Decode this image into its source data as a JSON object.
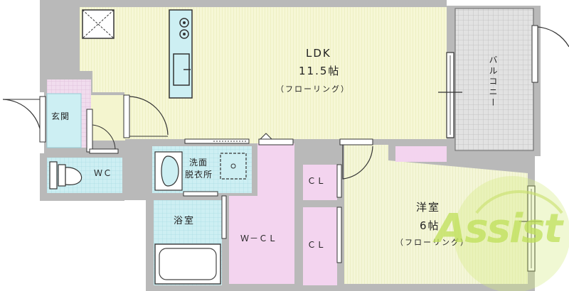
{
  "rooms": {
    "ldk": {
      "name": "LDK",
      "size": "11.5帖",
      "floor": "（フローリング）"
    },
    "balcony": {
      "name": "バルコニー"
    },
    "entrance": {
      "name": "玄関"
    },
    "toilet": {
      "name": "ＷＣ"
    },
    "washroom": {
      "name_line1": "洗面",
      "name_line2": "脱衣所"
    },
    "bath": {
      "name": "浴室"
    },
    "walk_in_closet": {
      "name": "Ｗ－ＣＬ"
    },
    "closet_upper": {
      "name": "ＣＬ"
    },
    "closet_lower": {
      "name": "ＣＬ"
    },
    "bedroom": {
      "name": "洋室",
      "size": "6帖",
      "floor": "（フローリング）"
    }
  },
  "watermark": {
    "text": "Assist"
  },
  "colors": {
    "wall": "#b9b9b9",
    "ldk_floor": "#f4f5cf",
    "bedroom_floor": "#f2f4d2",
    "wet_area": "#cdeff3",
    "closet": "#f3d4ef",
    "entrance_tile": "#f0d9ec",
    "balcony_grid": "#d4d4d4",
    "watermark": "#bfe05a"
  }
}
